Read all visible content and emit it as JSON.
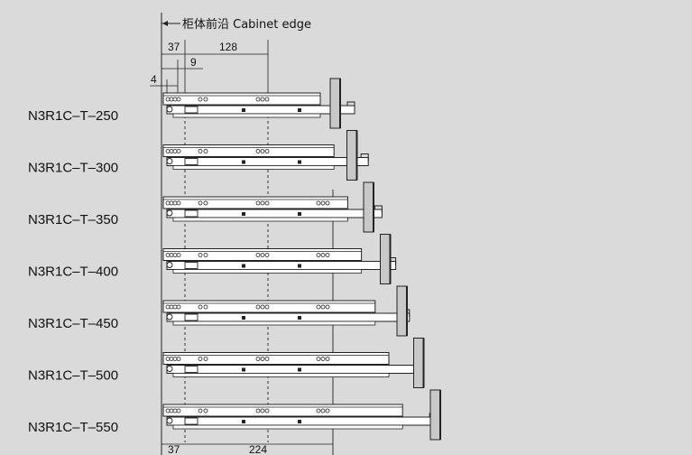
{
  "header": {
    "caption": "柜体前沿 Cabinet edge"
  },
  "dimensions": {
    "top": [
      "37",
      "128",
      "9",
      "4"
    ],
    "bottom": [
      "37",
      "224"
    ]
  },
  "models": [
    {
      "code": "N3R1C–T–250",
      "length_mm": 250
    },
    {
      "code": "N3R1C–T–300",
      "length_mm": 300
    },
    {
      "code": "N3R1C–T–350",
      "length_mm": 350
    },
    {
      "code": "N3R1C–T–400",
      "length_mm": 400
    },
    {
      "code": "N3R1C–T–450",
      "length_mm": 450
    },
    {
      "code": "N3R1C–T–500",
      "length_mm": 500
    },
    {
      "code": "N3R1C–T–550",
      "length_mm": 550
    }
  ],
  "colors": {
    "background": "#dadada",
    "rail_fill": "#ffffff",
    "bracket_fill": "#c8c8c8",
    "line": "#222222"
  }
}
